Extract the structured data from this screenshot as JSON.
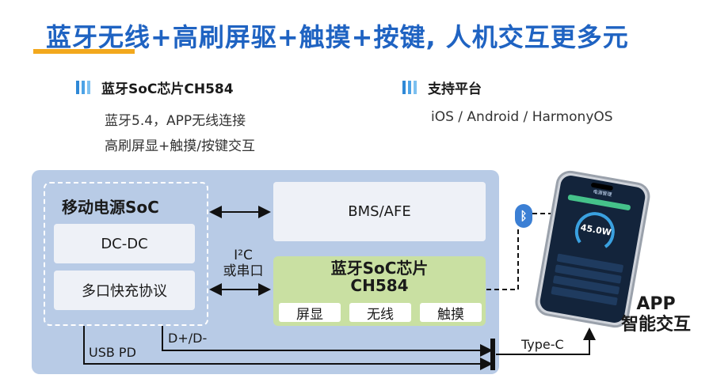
{
  "header": {
    "title": "蓝牙无线+高刷屏驱+触摸+按键, 人机交互更多元"
  },
  "features": [
    {
      "heading": "蓝牙SoC芯片CH584",
      "lines": [
        "蓝牙5.4，APP无线连接",
        "高刷屏显+触摸/按键交互"
      ]
    },
    {
      "heading": "支持平台",
      "lines": [
        "iOS / Android / HarmonyOS"
      ]
    }
  ],
  "diagram": {
    "soc_title": "移动电源SoC",
    "dcdc": "DC-DC",
    "fast_charge": "多口快充协议",
    "bms": "BMS/AFE",
    "bt_chip_line1": "蓝牙SoC芯片",
    "bt_chip_line2": "CH584",
    "chip_features": [
      "屏显",
      "无线",
      "触摸"
    ],
    "i2c_line1": "I²C",
    "i2c_line2": "或串口",
    "usb_pd": "USB PD",
    "dp_dm": "D+/D-",
    "type_c": "Type-C",
    "app_line1": "APP",
    "app_line2": "智能交互",
    "bluetooth_icon": "bluetooth-icon"
  },
  "phone": {
    "screen_title": "电源管理",
    "value": "45.0W"
  }
}
